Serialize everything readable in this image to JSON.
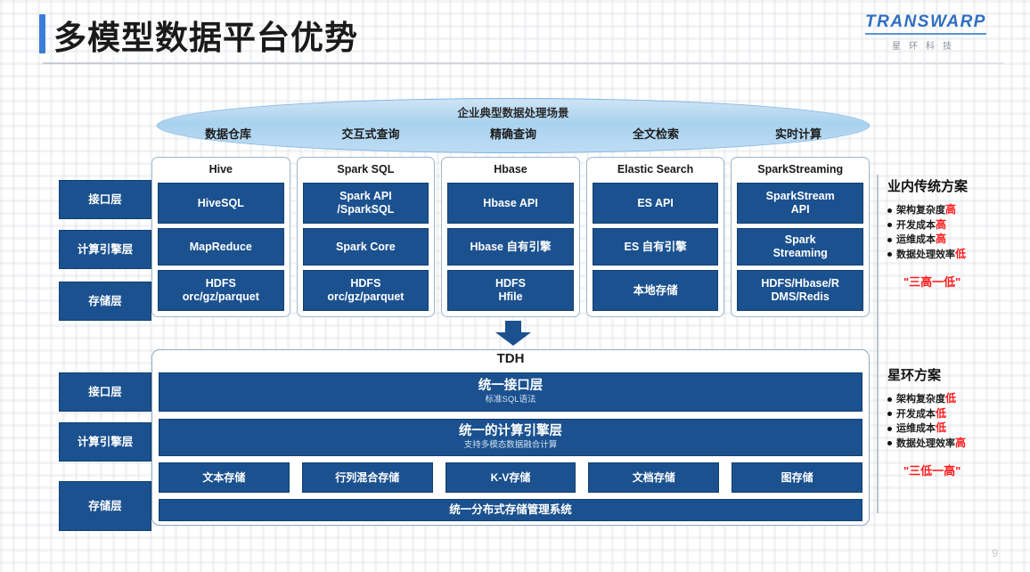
{
  "header": {
    "title": "多模型数据平台优势",
    "logo_word": "TRANSWARP",
    "logo_cn": "星环科技"
  },
  "scenario_banner": {
    "title": "企业典型数据处理场景",
    "items": [
      "数据仓库",
      "交互式查询",
      "精确查询",
      "全文检索",
      "实时计算"
    ]
  },
  "layer_labels_top": [
    "接口层",
    "计算引擎层",
    "存储层"
  ],
  "layer_labels_bottom": [
    "接口层",
    "计算引擎层",
    "存储层"
  ],
  "traditional_columns": [
    {
      "head": "Hive",
      "api": "HiveSQL",
      "engine": "MapReduce",
      "storage": "HDFS\norc/gz/parquet"
    },
    {
      "head": "Spark SQL",
      "api": "Spark API\n/SparkSQL",
      "engine": "Spark Core",
      "storage": "HDFS\norc/gz/parquet"
    },
    {
      "head": "Hbase",
      "api": "Hbase API",
      "engine": "Hbase 自有引擎",
      "storage": "HDFS\nHfile"
    },
    {
      "head": "Elastic Search",
      "api": "ES API",
      "engine": "ES 自有引擎",
      "storage": "本地存储"
    },
    {
      "head": "SparkStreaming",
      "api": "SparkStream\nAPI",
      "engine": "Spark\nStreaming",
      "storage": "HDFS/Hbase/R\nDMS/Redis"
    }
  ],
  "tdh": {
    "label": "TDH",
    "interface_main": "统一接口层",
    "interface_sub": "标准SQL语法",
    "engine_main": "统一的计算引擎层",
    "engine_sub": "支持多模态数据融合计算",
    "stores": [
      "文本存储",
      "行列混合存储",
      "K-V存储",
      "文档存储",
      "图存储"
    ],
    "unified_storage": "统一分布式存储管理系统"
  },
  "annotations": {
    "traditional": {
      "title": "业内传统方案",
      "bullets": [
        {
          "text": "架构复杂度",
          "value": "高"
        },
        {
          "text": "开发成本",
          "value": "高"
        },
        {
          "text": "运维成本",
          "value": "高"
        },
        {
          "text": "数据处理效率",
          "value": "低"
        }
      ],
      "tag": "\"三高一低\""
    },
    "transwarp": {
      "title": "星环方案",
      "bullets": [
        {
          "text": "架构复杂度",
          "value": "低"
        },
        {
          "text": "开发成本",
          "value": "低"
        },
        {
          "text": "运维成本",
          "value": "低"
        },
        {
          "text": "数据处理效率",
          "value": "高"
        }
      ],
      "tag": "\"三低一高\""
    }
  },
  "page_number": "9",
  "colors": {
    "box_blue": "#1b518f",
    "accent_blue": "#3b7dd8",
    "highlight_red": "#ff1a1a",
    "ellipse_blue": "#a9d2ef"
  }
}
